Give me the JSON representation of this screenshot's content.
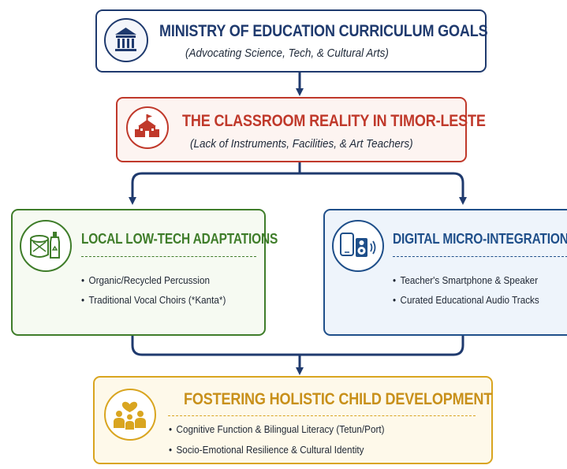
{
  "ministry": {
    "title": "MINISTRY OF EDUCATION CURRICULUM GOALS",
    "subtitle": "(Advocating Science, Tech, & Cultural Arts)"
  },
  "classroom": {
    "title": "THE CLASSROOM REALITY IN TIMOR-LESTE",
    "subtitle": "(Lack of Instruments, Facilities, & Art Teachers)"
  },
  "local": {
    "title": "LOCAL LOW-TECH ADAPTATIONS",
    "items": [
      "Organic/Recycled Percussion",
      "Traditional Vocal Choirs (*Kanta*)"
    ]
  },
  "digital": {
    "title": "DIGITAL MICRO-INTEGRATIONS",
    "items": [
      "Teacher's Smartphone & Speaker",
      "Curated Educational Audio Tracks"
    ]
  },
  "outcome": {
    "title": "FOSTERING HOLISTIC CHILD DEVELOPMENT",
    "items": [
      "Cognitive Function & Bilingual Literacy (Tetun/Port)",
      "Socio-Emotional Resilience & Cultural Identity"
    ]
  },
  "colors": {
    "navy": "#1f3a6e",
    "red": "#c0392b",
    "green": "#3f7d2a",
    "blue": "#1f4f8a",
    "gold": "#d9a520"
  },
  "icons": {
    "ministry": "government-building-icon",
    "classroom": "school-house-icon",
    "local": "drum-and-bottle-icon",
    "digital": "smartphone-speaker-icon",
    "outcome": "people-heart-icon"
  }
}
